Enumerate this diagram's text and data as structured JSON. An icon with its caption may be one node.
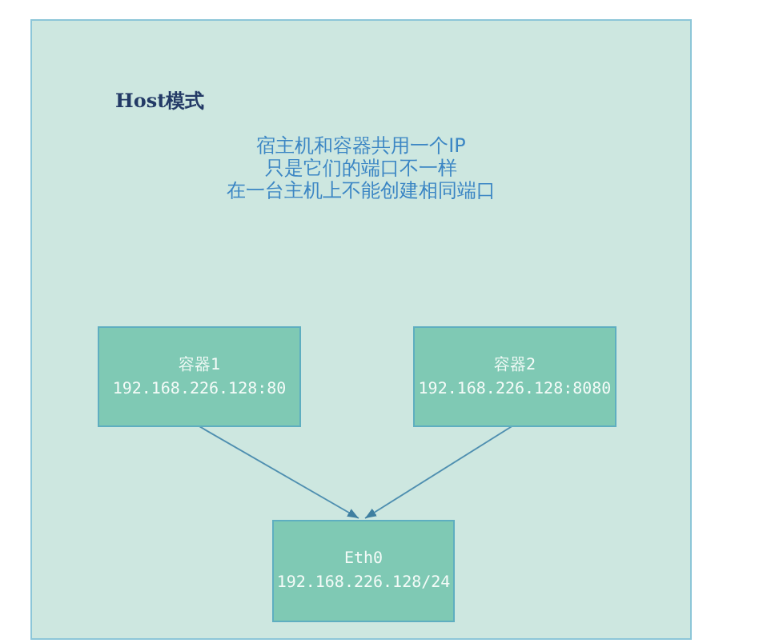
{
  "diagram": {
    "nodes": [
      {
        "text": [
          "Host模式",
          "宿主机和容器共用一个IP",
          "只是它们的端口不一样",
          "在一台主机上不能创建相同端口"
        ]
      },
      {
        "text": [
          "容器1",
          "192.168.226.128:80"
        ],
        "in": 0
      },
      {
        "text": [
          "容器2",
          "192.168.226.128:8080"
        ],
        "in": 0
      },
      {
        "text": [
          "Eth0",
          "192.168.226.128/24"
        ],
        "in": 0
      }
    ],
    "edges": [
      {
        "from": 1,
        "to": 3,
        "arrow": "to"
      },
      {
        "from": 2,
        "to": 3,
        "arrow": "to"
      }
    ]
  }
}
